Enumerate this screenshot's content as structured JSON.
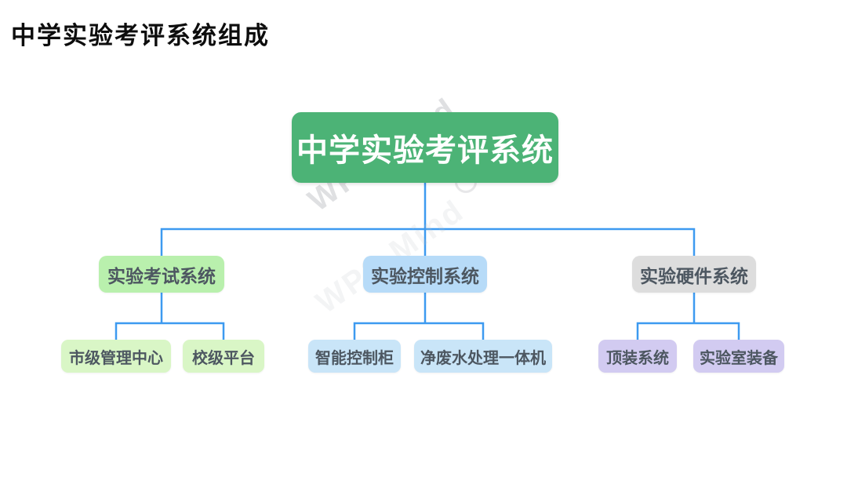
{
  "page": {
    "title": "中学实验考评系统组成"
  },
  "watermark": {
    "text": "WPS Mind"
  },
  "colors": {
    "connector": "#3d9af0",
    "root_bg": "#4cb376",
    "root_text": "#ffffff",
    "exam_bg": "#b9f0ad",
    "exam_leaf_bg": "#d9f6c6",
    "control_bg": "#b7dbf8",
    "control_leaf_bg": "#c9e5f8",
    "hardware_bg": "#dddddd",
    "hardware_leaf_bg": "#d2cbf1",
    "node_text": "#4d5761"
  },
  "tree": {
    "root": {
      "label": "中学实验考评系统"
    },
    "branches": [
      {
        "label": "实验考试系统",
        "children": [
          {
            "label": "市级管理中心"
          },
          {
            "label": "校级平台"
          }
        ]
      },
      {
        "label": "实验控制系统",
        "children": [
          {
            "label": "智能控制柜"
          },
          {
            "label": "净废水处理一体机"
          }
        ]
      },
      {
        "label": "实验硬件系统",
        "children": [
          {
            "label": "顶装系统"
          },
          {
            "label": "实验室装备"
          }
        ]
      }
    ]
  }
}
